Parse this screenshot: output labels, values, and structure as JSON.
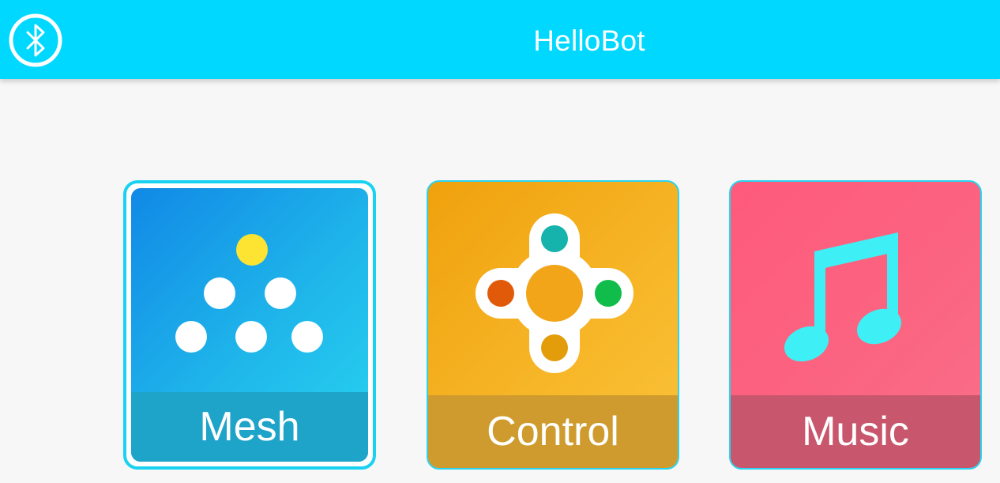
{
  "app_bar": {
    "title": "HelloBot",
    "background": "#00d8ff",
    "left_icon": "bluetooth-icon"
  },
  "tiles": [
    {
      "id": "mesh",
      "label": "Mesh",
      "icon": "mesh-dots-icon",
      "selected": true,
      "colors": {
        "from": "#1189e6",
        "to": "#28d3f0",
        "bar": "#1ea3c9",
        "accent_dot": "#fde432"
      }
    },
    {
      "id": "control",
      "label": "Control",
      "icon": "gamepad-dpad-icon",
      "selected": false,
      "colors": {
        "from": "#f0a10d",
        "to": "#fbc23a",
        "bar": "#cf9b2e",
        "button_top": "#16b3ad",
        "button_left": "#e05a0a",
        "button_right": "#10bd4a",
        "button_bottom": "#e39c0a"
      }
    },
    {
      "id": "music",
      "label": "Music",
      "icon": "music-note-icon",
      "selected": false,
      "colors": {
        "from": "#ff5a7c",
        "to": "#f96f8a",
        "bar": "#c8566d",
        "note": "#3ef0f5"
      }
    }
  ]
}
